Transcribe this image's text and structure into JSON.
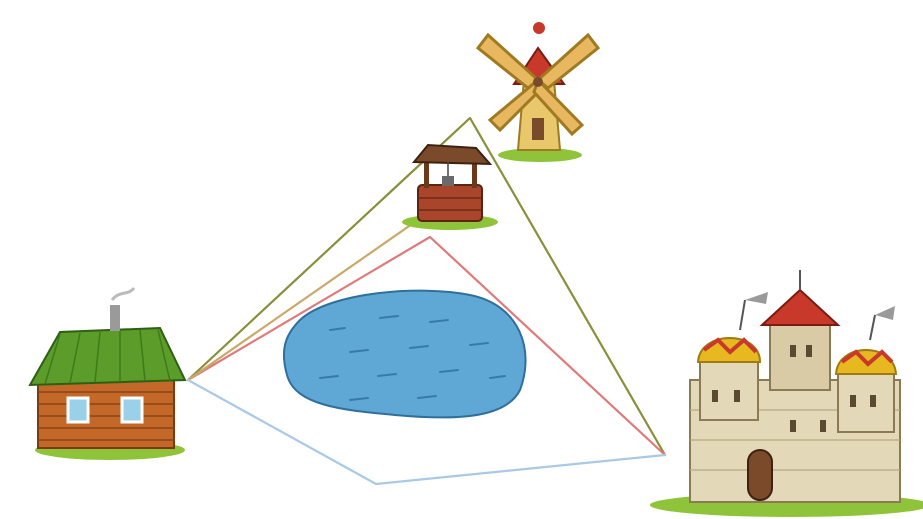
{
  "scene": {
    "description_items": [
      {
        "name": "cottage",
        "kind": "house"
      },
      {
        "name": "windmill",
        "kind": "mill"
      },
      {
        "name": "well",
        "kind": "well"
      },
      {
        "name": "pond",
        "kind": "water"
      },
      {
        "name": "castle",
        "kind": "castle"
      }
    ],
    "routes": [
      {
        "name": "route-via-windmill",
        "color": "#8a8f3a"
      },
      {
        "name": "route-via-hill",
        "color": "#e07a7a"
      },
      {
        "name": "route-via-well",
        "color": "#c9a96a"
      },
      {
        "name": "route-around-pond",
        "color": "#a9c9e6"
      }
    ],
    "colors": {
      "pond": "#5fa8d6",
      "grass": "#8fc43a",
      "roof_green": "#5b9c2a",
      "roof_red": "#c9392b",
      "wood": "#c4682a",
      "stone": "#e3d8b8"
    }
  }
}
